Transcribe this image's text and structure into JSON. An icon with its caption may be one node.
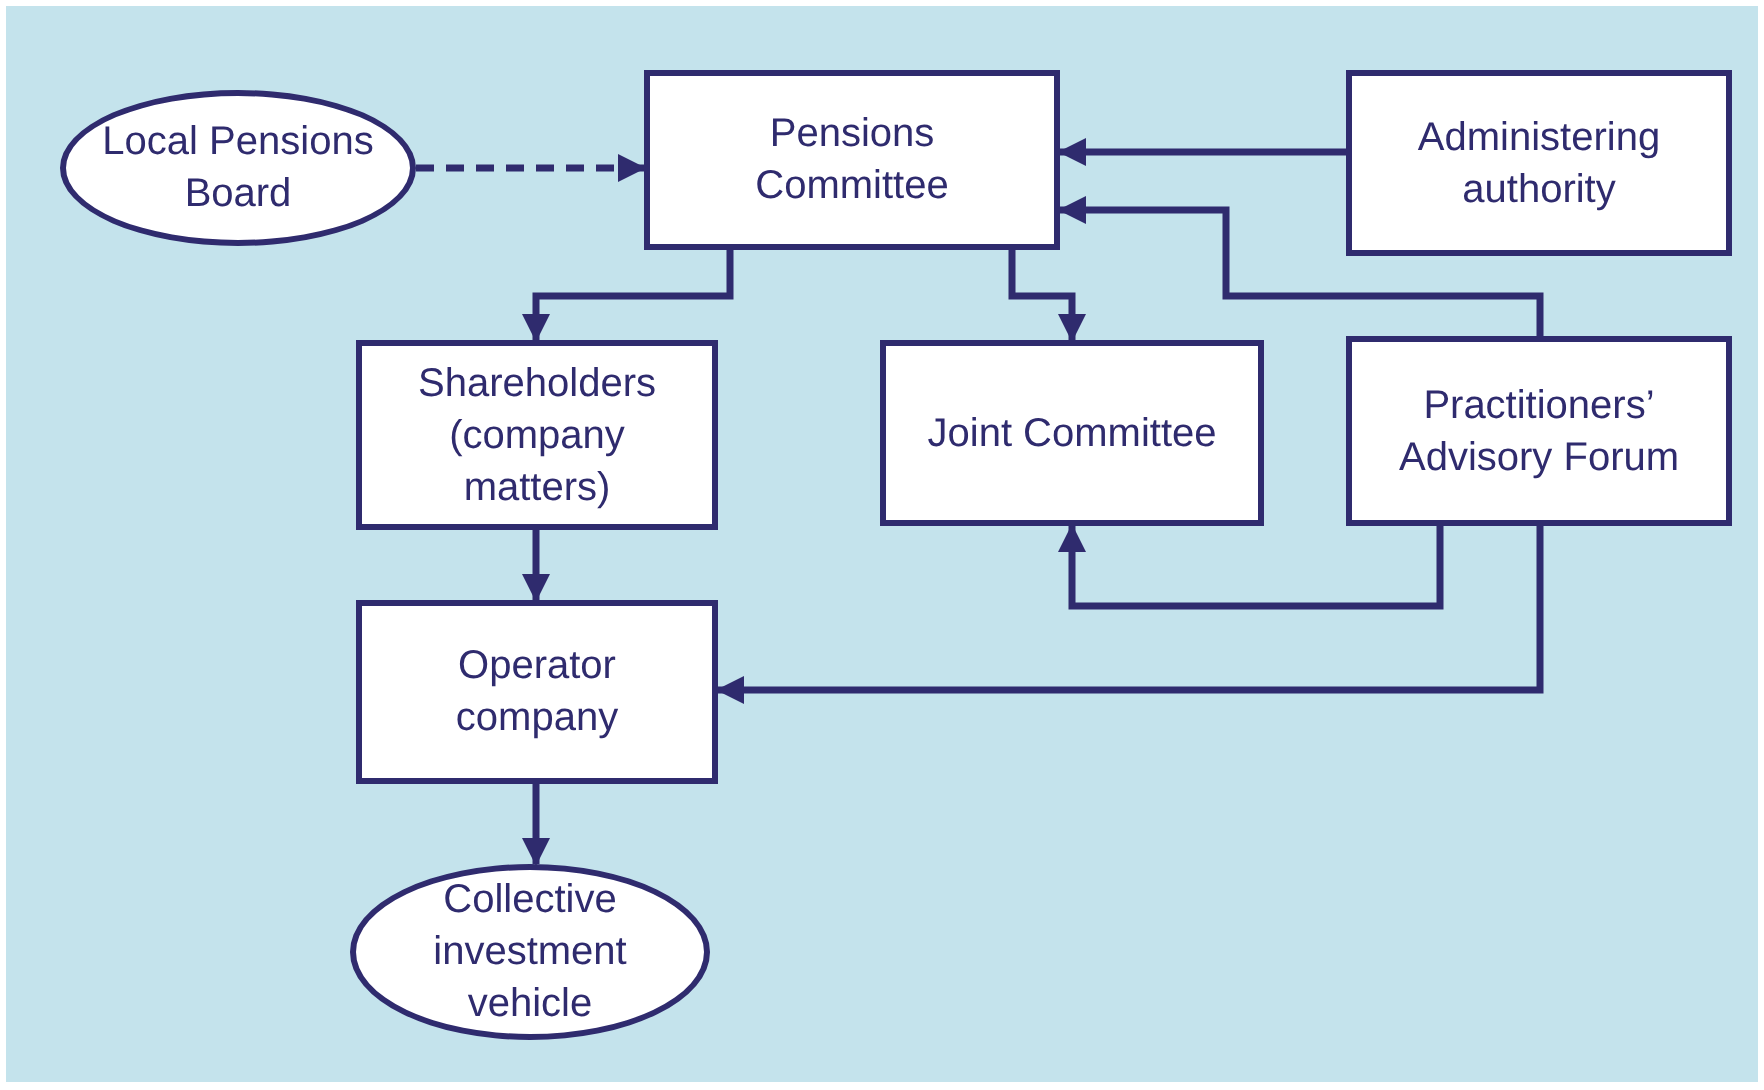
{
  "diagram": {
    "nodes": [
      {
        "text": [
          "Local Pensions Board"
        ]
      },
      {
        "text": [
          "Pensions Committee"
        ]
      },
      {
        "text": [
          "Administering authority"
        ]
      },
      {
        "text": [
          "Shareholders (company matters)"
        ]
      },
      {
        "text": [
          "Joint Committee"
        ]
      },
      {
        "text": [
          "Practitioners’ Advisory Forum"
        ]
      },
      {
        "text": [
          "Operator company"
        ]
      },
      {
        "text": [
          "Collective investment vehicle"
        ]
      }
    ],
    "edges": [
      {
        "from": 0,
        "to": 1,
        "arrow": "to",
        "style": "dashed"
      },
      {
        "from": 2,
        "to": 1,
        "arrow": "to"
      },
      {
        "from": 5,
        "to": 1,
        "arrow": "to"
      },
      {
        "from": 1,
        "to": 3,
        "arrow": "to"
      },
      {
        "from": 1,
        "to": 4,
        "arrow": "to"
      },
      {
        "from": 5,
        "to": 4,
        "arrow": "to"
      },
      {
        "from": 5,
        "to": 6,
        "arrow": "to"
      },
      {
        "from": 3,
        "to": 6,
        "arrow": "to"
      },
      {
        "from": 6,
        "to": 7,
        "arrow": "to"
      }
    ]
  }
}
